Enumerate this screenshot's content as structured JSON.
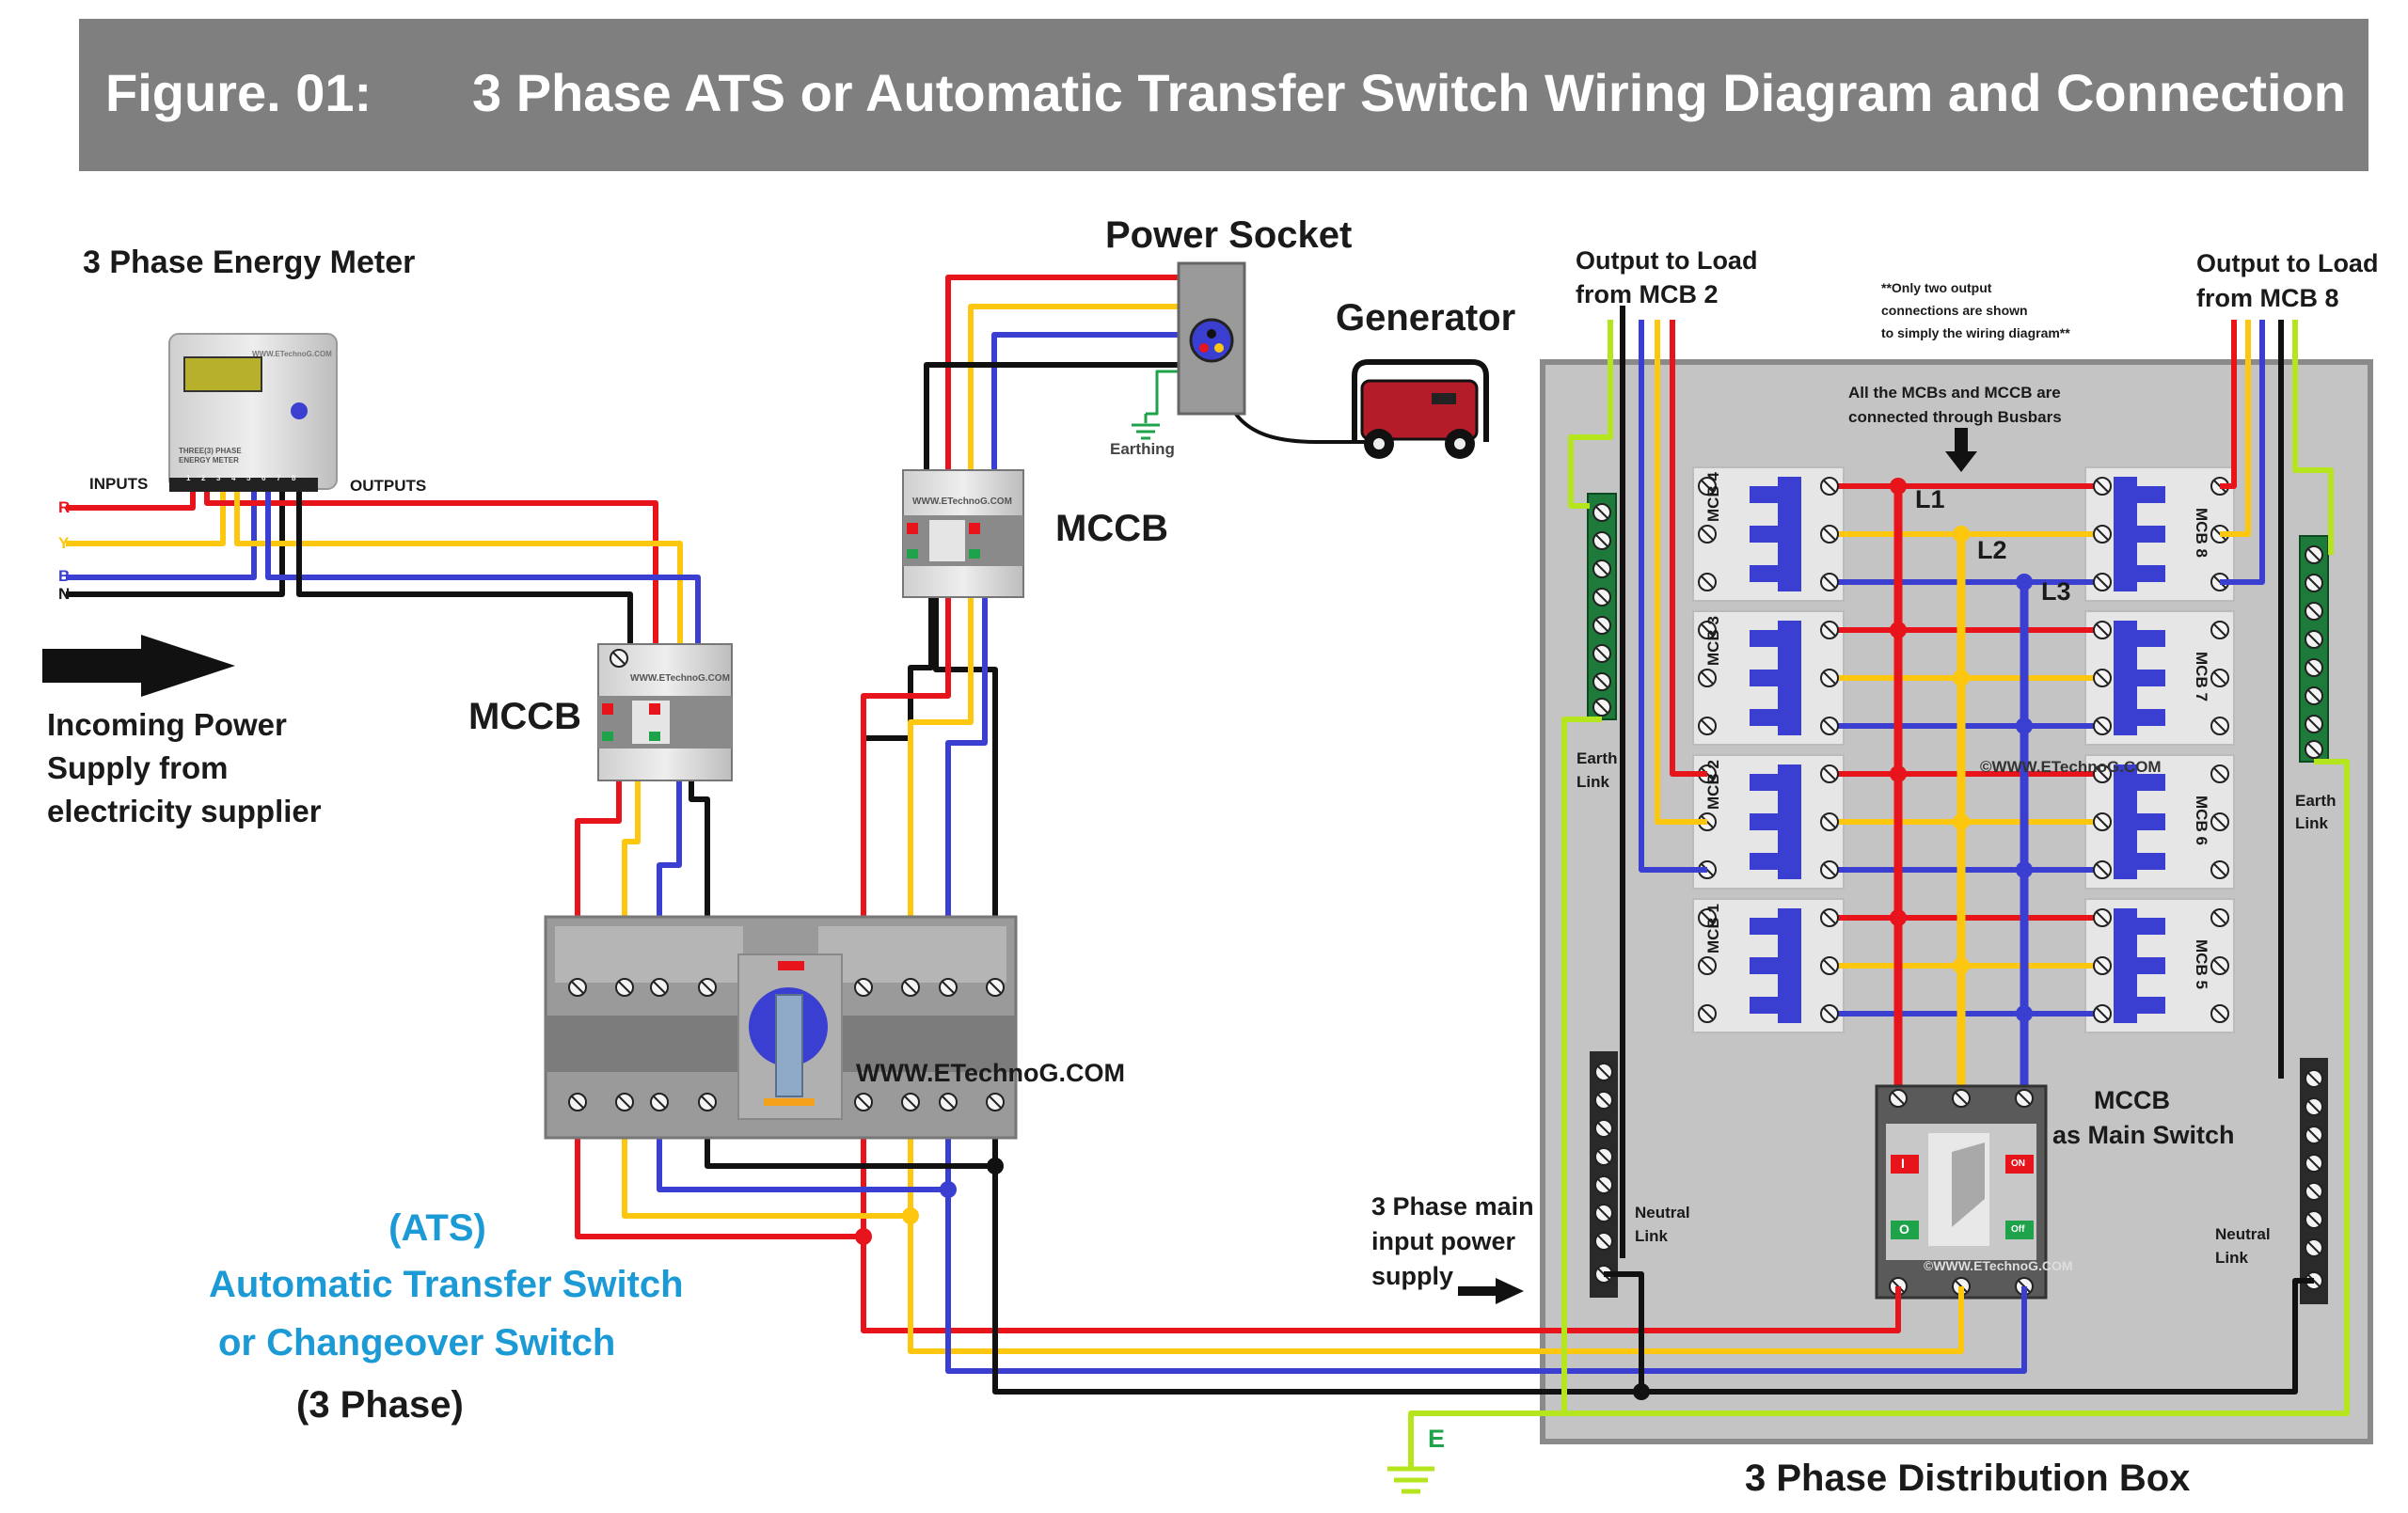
{
  "figure": {
    "number": "Figure. 01:",
    "title": "3 Phase ATS or Automatic Transfer Switch Wiring Diagram and Connection"
  },
  "energy_meter": {
    "title": "3 Phase Energy Meter",
    "device_text_1": "THREE(3) PHASE",
    "device_text_2": "ENERGY METER",
    "watermark": "WWW.ETechnoG.COM",
    "inputs_label": "INPUTS",
    "outputs_label": "OUTPUTS",
    "terminal_numbers": [
      "1",
      "2",
      "3",
      "4",
      "5",
      "6",
      "7",
      "8"
    ],
    "phase_labels": [
      "R",
      "Y",
      "B",
      "N"
    ]
  },
  "incoming": {
    "line1": "Incoming Power",
    "line2": "Supply from",
    "line3": "electricity supplier"
  },
  "mccb_left": {
    "label": "MCCB",
    "watermark": "WWW.ETechnoG.COM"
  },
  "mccb_top": {
    "label": "MCCB",
    "watermark": "WWW.ETechnoG.COM"
  },
  "power_socket": {
    "label": "Power Socket"
  },
  "earthing": {
    "label": "Earthing"
  },
  "generator": {
    "label": "Generator"
  },
  "ats": {
    "watermark": "WWW.ETechnoG.COM",
    "line1": "(ATS)",
    "line2": "Automatic Transfer Switch",
    "line3": "or Changeover Switch",
    "line4": "(3 Phase)"
  },
  "main_input": {
    "line1": "3 Phase main",
    "line2": "input power",
    "line3": "supply"
  },
  "earth_label": "E",
  "distribution_box": {
    "title": "3 Phase Distribution Box",
    "busbar_note_1": "All the MCBs and MCCB are",
    "busbar_note_2": "connected through Busbars",
    "note_1": "**Only two output",
    "note_2": "connections are shown",
    "note_3": "to simply the wiring diagram**",
    "output_left_1": "Output to Load",
    "output_left_2": "from MCB 2",
    "output_right_1": "Output to Load",
    "output_right_2": "from MCB 8",
    "earth_link_1": "Earth",
    "earth_link_2": "Link",
    "neutral_link_1": "Neutral",
    "neutral_link_2": "Link",
    "busbars": [
      "L1",
      "L2",
      "L3"
    ],
    "mcbs_left": [
      "MCB 4",
      "MCB 3",
      "MCB 2",
      "MCB 1"
    ],
    "mcbs_right": [
      "MCB 8",
      "MCB 7",
      "MCB 6",
      "MCB 5"
    ],
    "main_mccb_1": "MCCB",
    "main_mccb_2": "as Main Switch",
    "watermark": "©WWW.ETechnoG.COM",
    "mccb_watermark": "©WWW.ETechnoG.COM",
    "breaker_on": "ON",
    "breaker_off": "Off",
    "breaker_i": "I",
    "breaker_o": "O"
  },
  "colors": {
    "red": "#e8141c",
    "yellow": "#fdc70f",
    "blue": "#3b3fd1",
    "black": "#111111",
    "earth": "#b5e61d",
    "banner": "#7f7f7f",
    "accent_text": "#1b9ad6"
  }
}
